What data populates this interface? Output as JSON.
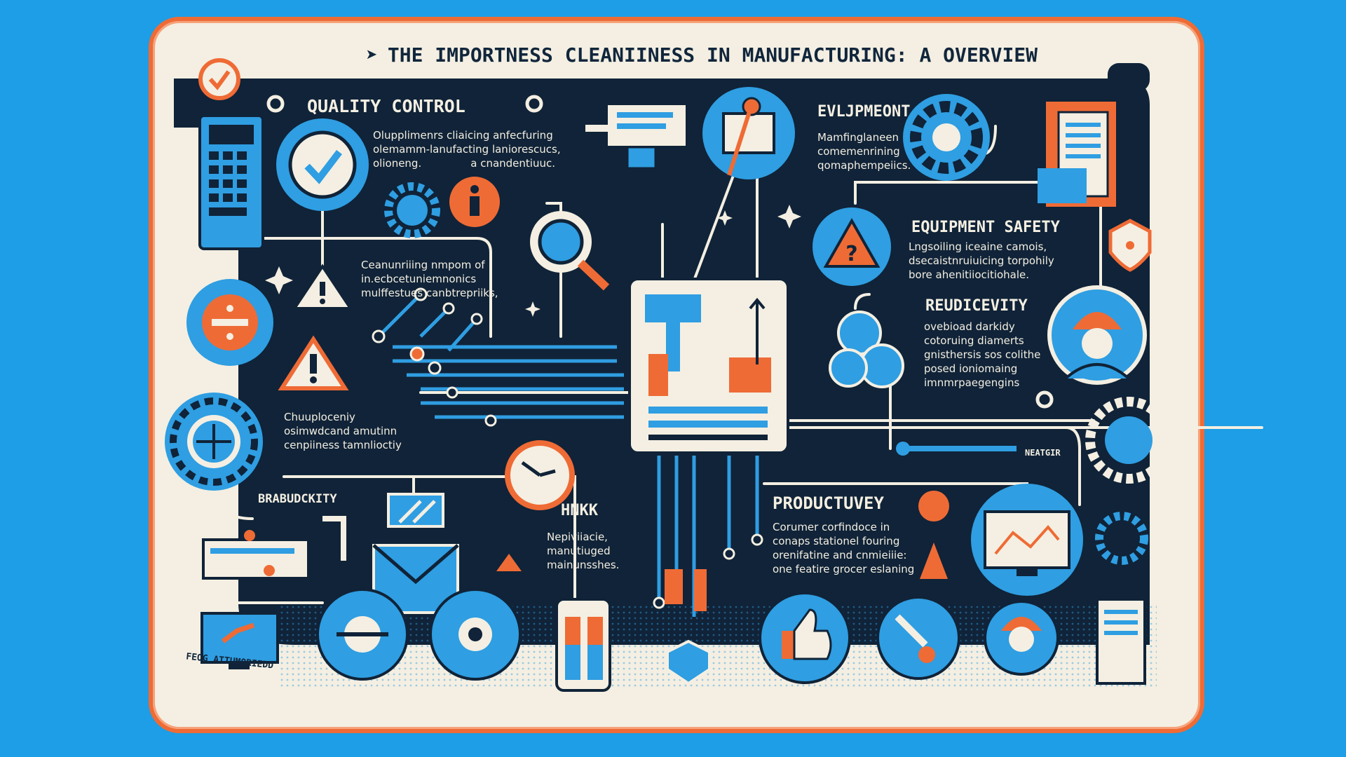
{
  "title": "THE IMPORTNESS CLEANIINESS IN MANUFACTURING: A OVERVIEW",
  "sections": {
    "quality_control": {
      "heading": "QUALITY CONTROL",
      "lines": [
        "Olupplimenrs cliaicing anfecfuring",
        "olemamm-lanufacting laniorescucs,",
        "olioneng.",
        "a cnandentiuuc."
      ]
    },
    "cleaning_note": {
      "lines": [
        "Ceanunriiing nmpom of",
        "in.ecbcetuniemnonics",
        "mulffestues canbtrepriiks,"
      ]
    },
    "equipment": {
      "heading": "EVLJPMEONT",
      "lines": [
        "Mamfinglaneen",
        "comemenrining",
        "qomaphempeiics."
      ]
    },
    "equipment_safety": {
      "heading": "EQUIPMENT SAFETY",
      "lines": [
        "Lngsoiling iceaine camois,",
        "dsecaistnruiuicing torpohily",
        "bore ahenitiiocitiohale."
      ]
    },
    "reudicevity": {
      "heading": "REUDICEVITY",
      "lines": [
        "ovebioad darkidy",
        "cotoruing diamerts",
        "gnisthersis sos colithe",
        "posed ioniomaing",
        "imnmrpaegengins"
      ]
    },
    "chuplocenly": {
      "lines": [
        "Chuuploceniy",
        "osimwdcand amutinn",
        "cenpiiness tamnlioctiy"
      ]
    },
    "brabudckity": {
      "heading": "BRABUDCKITY"
    },
    "hnck": {
      "heading": "HNKK",
      "lines": [
        "Nepiviiacie,",
        "manutiuged",
        "mainunsshes."
      ]
    },
    "productuvey": {
      "heading": "PRODUCTUVEY",
      "lines": [
        "Corumer corfindoce in",
        "conaps stationel fouring",
        "orenifatine and cnmieiiie:",
        "one featire grocer eslaning"
      ]
    },
    "neatgir": {
      "label": "NEATGIR"
    },
    "footer": {
      "label": "FEOG ATTUMORIEDD"
    }
  },
  "icons": [
    "checkmark-icon",
    "calculator-icon",
    "gear-check-icon",
    "gear-icon",
    "person-icon",
    "document-icon",
    "clipboard-icon",
    "magnifier-icon",
    "warning-icon",
    "shield-icon",
    "worker-icon",
    "globe-gear-icon",
    "clock-icon",
    "thumbs-up-icon",
    "wrench-icon",
    "monitor-chart-icon",
    "control-panel-icon"
  ],
  "colors": {
    "background": "#1d9ee6",
    "panel": "#102338",
    "accent": "#ef6b35",
    "blue": "#2f9ee2",
    "cream": "#f4efe2"
  }
}
